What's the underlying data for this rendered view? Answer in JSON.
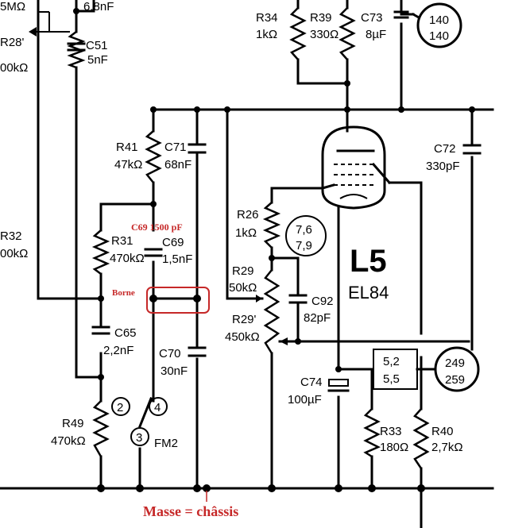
{
  "labels": {
    "r34": [
      "R34",
      "1kΩ"
    ],
    "r39": [
      "R39",
      "330Ω"
    ],
    "c73": [
      "C73",
      "8µF"
    ],
    "ind140": [
      "140",
      "140"
    ],
    "c68": "6,8nF",
    "c51": [
      "C51",
      "5nF"
    ],
    "r28": [
      "R28'",
      "00kΩ"
    ],
    "top_left": "5MΩ",
    "r41": [
      "R41",
      "47kΩ"
    ],
    "c71": [
      "C71",
      "68nF"
    ],
    "c72": [
      "C72",
      "330pF"
    ],
    "r26": [
      "R26",
      "1kΩ"
    ],
    "ind76": [
      "7,6",
      "7,9"
    ],
    "r32": [
      "R32",
      "00kΩ"
    ],
    "r31": [
      "R31",
      "470kΩ"
    ],
    "c69": [
      "C69",
      "1,5nF"
    ],
    "r29": [
      "R29",
      "50kΩ"
    ],
    "r29b": [
      "R29'",
      "450kΩ"
    ],
    "c92": [
      "C92",
      "82pF"
    ],
    "c65": [
      "C65",
      "2,2nF"
    ],
    "c70": [
      "C70",
      "30nF"
    ],
    "c74": [
      "C74",
      "100µF"
    ],
    "ind52": [
      "5,2",
      "5,5"
    ],
    "ind249": [
      "249",
      "259"
    ],
    "r49": [
      "R49",
      "470kΩ"
    ],
    "fm_pins": [
      "2",
      "4",
      "3"
    ],
    "fm_label": "FM2",
    "r33": [
      "R33",
      "180Ω"
    ],
    "r40": [
      "R40",
      "2,7kΩ"
    ],
    "tube_ref": "L5",
    "tube_type": "EL84"
  },
  "annotations": {
    "c69_note": "C69 1500 pF",
    "borne": "Borne",
    "masse": "Masse = châssis"
  },
  "colors": {
    "ink": "#000000",
    "annotation": "#c62828"
  }
}
